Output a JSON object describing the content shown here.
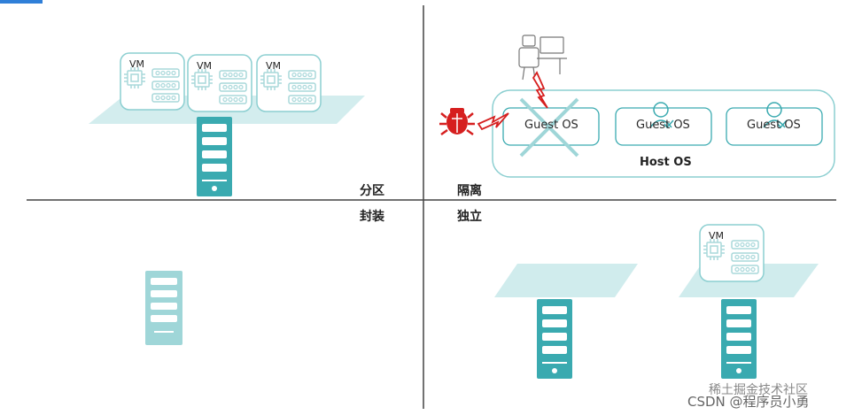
{
  "quadrant_labels": {
    "partition": "分区",
    "isolation": "隔离",
    "encapsulation": "封装",
    "independence": "独立"
  },
  "vm_label": "VM",
  "guest_os_label": "Guest OS",
  "host_os_label": "Host OS",
  "watermark": {
    "line1": "稀土掘金技术社区",
    "line2": "CSDN @程序员小勇"
  },
  "colors": {
    "teal": "#3aaab0",
    "teal_light": "#9fd6d8",
    "platform": "#c8e9ea",
    "vm_border": "#8ccfd1",
    "attack_red": "#d61f1f",
    "axis": "#444444"
  },
  "icons": {
    "attacker": "hacker-at-computer-icon",
    "virus": "bug-icon",
    "lightning": "lightning-bolt-icon",
    "cross": "x-cross-icon",
    "user_check": "user-check-icon",
    "server": "server-rack-icon",
    "chip": "cpu-chip-icon"
  }
}
